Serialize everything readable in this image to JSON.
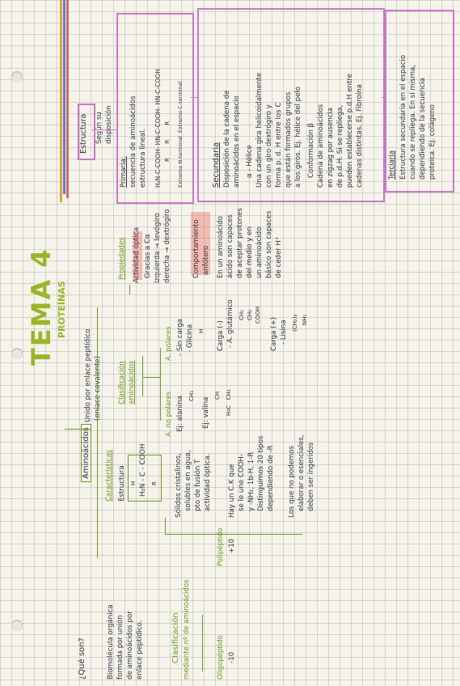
{
  "title": "TEMA 4",
  "subtitle": "PROTEÍNAS",
  "left": {
    "que_son": "¿Qué son?",
    "definition": [
      "Biomolécula orgánica",
      "formada por unión",
      "de aminoácidos por",
      "enlace peptídico."
    ],
    "clasificacion": [
      "Clasificación",
      "mediante nº de aminoácidos"
    ],
    "oligopeptido": [
      "Oligopéptido",
      "-10"
    ],
    "polipeptido": [
      "Polipéptido",
      "+10"
    ]
  },
  "aminoacidos": {
    "label": "Aminoácidos",
    "union": [
      "Unido por enlace peptídico",
      "(enlace covalente)"
    ],
    "caracteristicas": "Características",
    "estructura": "Estructura",
    "formula": [
      "H",
      "H₂N - C - COOH",
      "R"
    ],
    "props1": [
      "Sólidos cristalinos,",
      "solubles en agua,",
      "pto de fusión T",
      "actividad óptica."
    ],
    "props2": [
      "Hay un C.K que",
      "se le une COOH-",
      "y -NH₂, 1b-H, 1-R",
      "Distinguimos 20 tipos",
      "dependiendo de -R"
    ],
    "props3": [
      "Los que no podemos",
      "elaborar o esenciales,",
      "deben ser ingeridos"
    ],
    "clasificacion": [
      "Clasificación",
      "aminoácidos"
    ],
    "no_polares": "A. no polares",
    "no_polares_ex": [
      "Ej: alanina",
      "CH₃",
      "Ej: valina",
      "CH",
      "H₃C   CH₃"
    ],
    "polares": "A. polares",
    "polares_ex": [
      "- Sin carga",
      "- Glicina",
      "H"
    ],
    "carga_neg": [
      "Carga (-)",
      "- A. glutámico",
      "CH₂",
      "CH₂",
      "COOH"
    ],
    "carga_pos": [
      "Carga (+)",
      "- Lisina",
      "(CH₂)₄",
      "NH₂"
    ],
    "propiedades": "Propiedades",
    "actividad": [
      "Actividad óptica",
      "Gracias a Cα",
      "izquierda → levógiro",
      "derecha → dextrógiro"
    ],
    "anfotero": [
      "Comportamiento",
      "anfótero"
    ],
    "anfotero_desc": [
      "En un aminoácido",
      "ácido son capaces",
      "de aceptar protones",
      "del medio y en",
      "un aminoácido",
      "básico son capaces",
      "de ceder H⁺"
    ]
  },
  "estructura": {
    "label": "Estructura",
    "sub": [
      "Según su",
      "disposición"
    ],
    "primaria_title": "Primaria:",
    "primaria": [
      "secuencia de aminoácidos",
      "estructura lineal.",
      "H₂N-C-COOH- HN-C-COOH- HN-C-COOH",
      "R        R        R",
      "Extremo N-terminal  Extremo C-terminal"
    ],
    "secundaria_title": "Secundaria",
    "secundaria": [
      "Disposición de la cadena de",
      "aminoácidos en el espacio"
    ],
    "alfa": [
      "α - Hélice",
      "Una cadena gira helicoidalmente",
      "con un giro dextrógiro y",
      "forma p. d. H entre los C",
      "que están formados grupos",
      "a los giros. Ej. hélice del pelo"
    ],
    "beta": [
      "Conformación β",
      "Cadena de aminoácidos",
      "en zigzag por ausencia",
      "de p.d.H. Si se repliega,",
      "pueden establecerse p.d.H entre",
      "cadenas distintas. Ej. Fibroína"
    ],
    "terciaria_title": "Terciaria",
    "terciaria": [
      "Estructura secundaria en el espacio",
      "cuando se repliega. En sí misma,",
      "dependiendo de la secuencia",
      "proteica. Ej. colágeno"
    ]
  },
  "colors": {
    "green": "#6a9a2a",
    "pink": "#c879c8",
    "highlight": "#f0786e",
    "blue": "#5a7fd0",
    "red": "#d66a5a",
    "orange": "#e0a040"
  }
}
